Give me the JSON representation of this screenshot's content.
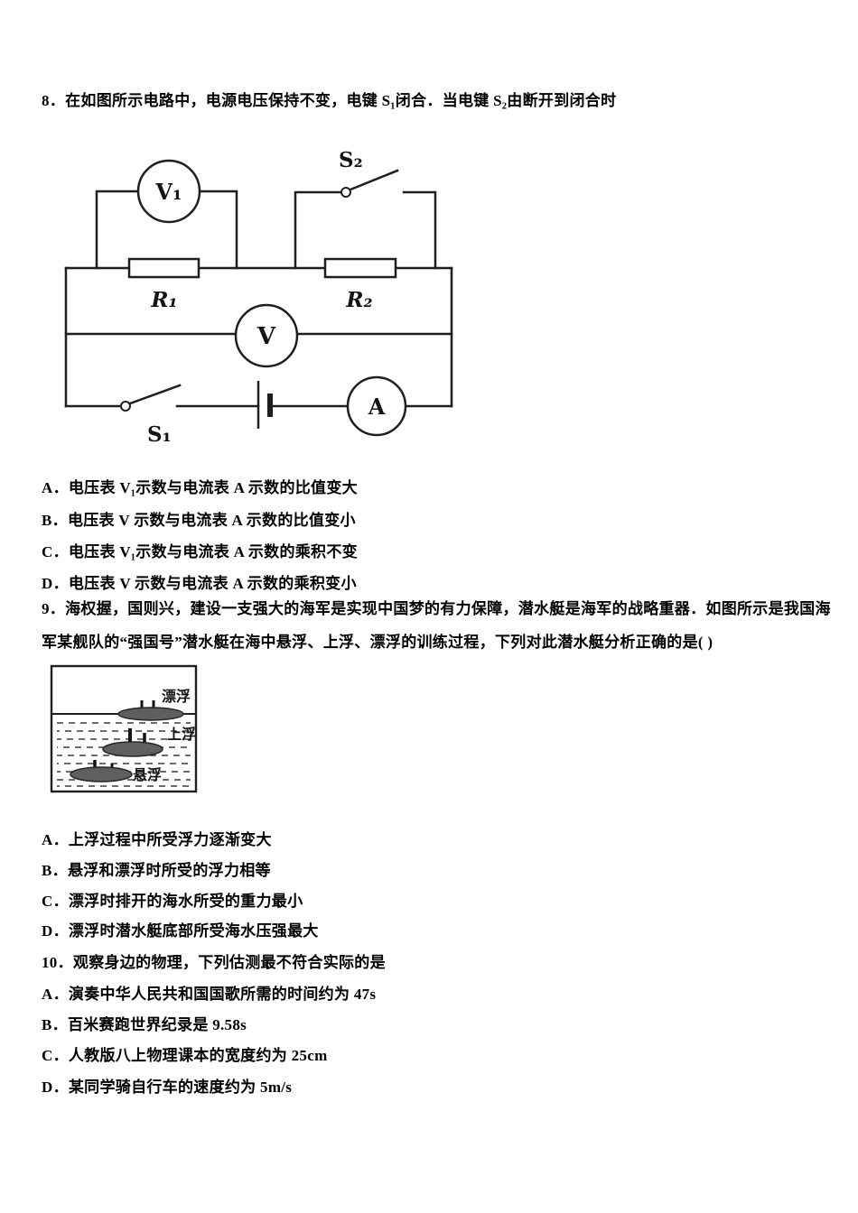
{
  "colors": {
    "text": "#000000",
    "background": "#ffffff",
    "line": "#1f1f1f",
    "submarine_fill": "#5f5f5f"
  },
  "q8": {
    "stem": "8．在如图所示电路中，电源电压保持不变，电键 S₁闭合．当电键 S₂由断开到闭合时",
    "options": [
      "A．电压表 V₁示数与电流表 A 示数的比值变大",
      "B．电压表 V 示数与电流表 A 示数的比值变小",
      "C．电压表 V₁示数与电流表 A 示数的乘积不变",
      "D．电压表 V 示数与电流表 A 示数的乘积变小"
    ],
    "circuit": {
      "voltmeter1": "V₁",
      "voltmeter": "V",
      "ammeter": "A",
      "switch1": "S₁",
      "switch2": "S₂",
      "resistor1": "R₁",
      "resistor2": "R₂"
    }
  },
  "q9": {
    "stem_line1": "9．海权握，国则兴，建设一支强大的海军是实现中国梦的有力保障，潜水艇是海军的战略重器．如图所示是我国海",
    "stem_line2": "军某舰队的“强国号”潜水艇在海中悬浮、上浮、漂浮的训练过程，下列对此潜水艇分析正确的是( )",
    "figure": {
      "float_label": "漂浮",
      "rise_label": "上浮",
      "suspend_label": "悬浮"
    },
    "options": [
      "A．上浮过程中所受浮力逐渐变大",
      "B．悬浮和漂浮时所受的浮力相等",
      "C．漂浮时排开的海水所受的重力最小",
      "D．漂浮时潜水艇底部所受海水压强最大"
    ]
  },
  "q10": {
    "stem": "10．观察身边的物理，下列估测最不符合实际的是",
    "options": [
      "A．演奏中华人民共和国国歌所需的时间约为 47s",
      "B．百米赛跑世界纪录是 9.58s",
      "C．人教版八上物理课本的宽度约为 25cm",
      "D．某同学骑自行车的速度约为 5m/s"
    ]
  }
}
